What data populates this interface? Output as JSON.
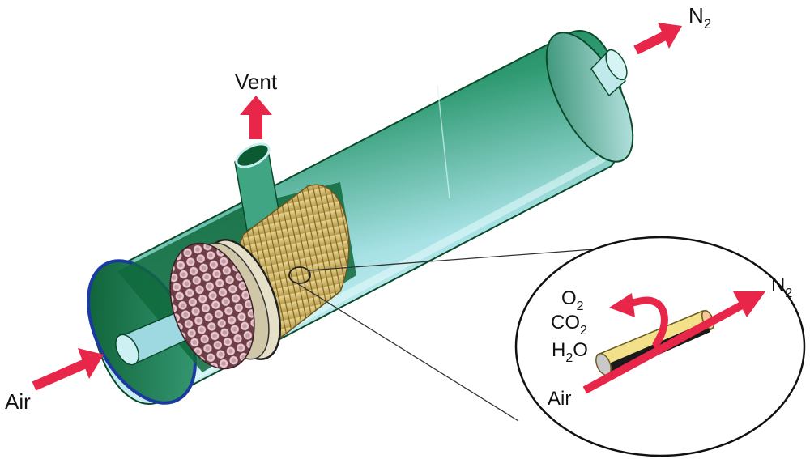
{
  "labels": {
    "air_inlet": "Air",
    "vent": "Vent",
    "n2_outlet": "N",
    "n2_outlet_sub": "2"
  },
  "inset": {
    "air": "Air",
    "n2": "N",
    "n2_sub": "2",
    "o2": "O",
    "o2_sub": "2",
    "co2": "CO",
    "co2_sub": "2",
    "h2o_h": "H",
    "h2o_sub": "2",
    "h2o_o": "O"
  },
  "colors": {
    "arrow": "#e8264a",
    "shell_dark": "#0e6d3a",
    "shell_light": "#b9e9ea",
    "fiber_bundle": "#d8c27a",
    "fiber_tube": "#f2e08a"
  }
}
